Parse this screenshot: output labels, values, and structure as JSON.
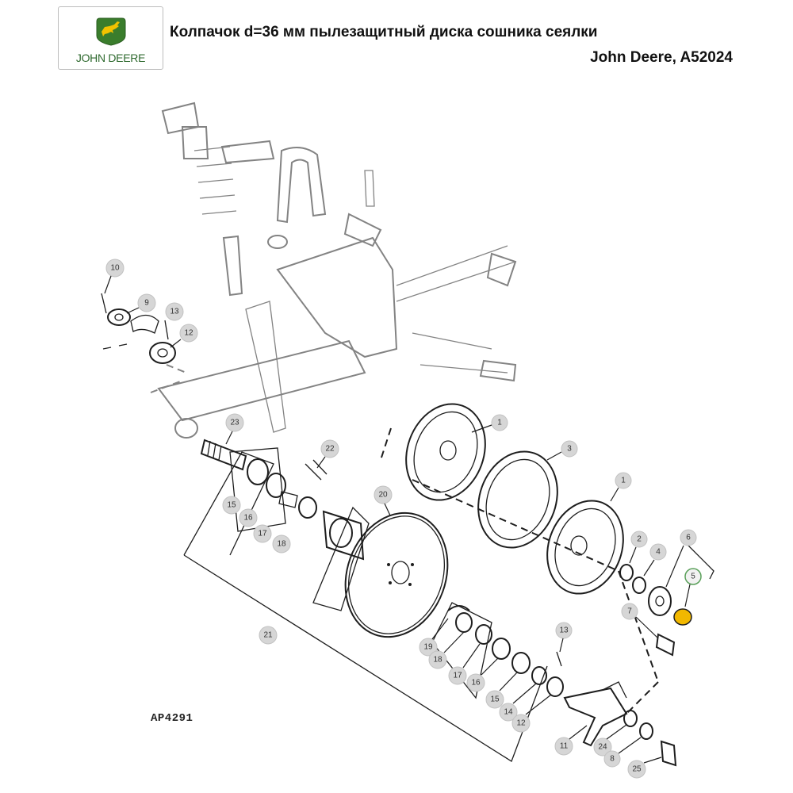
{
  "header": {
    "logo_text": "JOHN DEERE",
    "title_line1": "Колпачок d=36 мм пылезащитный диска сошника сеялки",
    "title_line2": "John Deere,  A52024"
  },
  "diagram": {
    "drawing_code": "AP4291",
    "highlight_color": "#f2b800",
    "callouts": [
      {
        "id": "c10a",
        "label": "10"
      },
      {
        "id": "c9a",
        "label": "9"
      },
      {
        "id": "c13a",
        "label": "13"
      },
      {
        "id": "c12a",
        "label": "12"
      },
      {
        "id": "c23",
        "label": "23"
      },
      {
        "id": "c22",
        "label": "22"
      },
      {
        "id": "c15a",
        "label": "15"
      },
      {
        "id": "c16a",
        "label": "16"
      },
      {
        "id": "c17a",
        "label": "17"
      },
      {
        "id": "c18a",
        "label": "18"
      },
      {
        "id": "c20",
        "label": "20"
      },
      {
        "id": "c1a",
        "label": "1"
      },
      {
        "id": "c3",
        "label": "3"
      },
      {
        "id": "c1b",
        "label": "1"
      },
      {
        "id": "c2",
        "label": "2"
      },
      {
        "id": "c4",
        "label": "4"
      },
      {
        "id": "c6",
        "label": "6"
      },
      {
        "id": "c5",
        "label": "5"
      },
      {
        "id": "c7",
        "label": "7"
      },
      {
        "id": "c21",
        "label": "21"
      },
      {
        "id": "c19",
        "label": "19"
      },
      {
        "id": "c18b",
        "label": "18"
      },
      {
        "id": "c17b",
        "label": "17"
      },
      {
        "id": "c16b",
        "label": "16"
      },
      {
        "id": "c15b",
        "label": "15"
      },
      {
        "id": "c14",
        "label": "14"
      },
      {
        "id": "c12b",
        "label": "12"
      },
      {
        "id": "c13b",
        "label": "13"
      },
      {
        "id": "c11",
        "label": "11"
      },
      {
        "id": "c24",
        "label": "24"
      },
      {
        "id": "c8",
        "label": "8"
      },
      {
        "id": "c25",
        "label": "25"
      }
    ]
  }
}
